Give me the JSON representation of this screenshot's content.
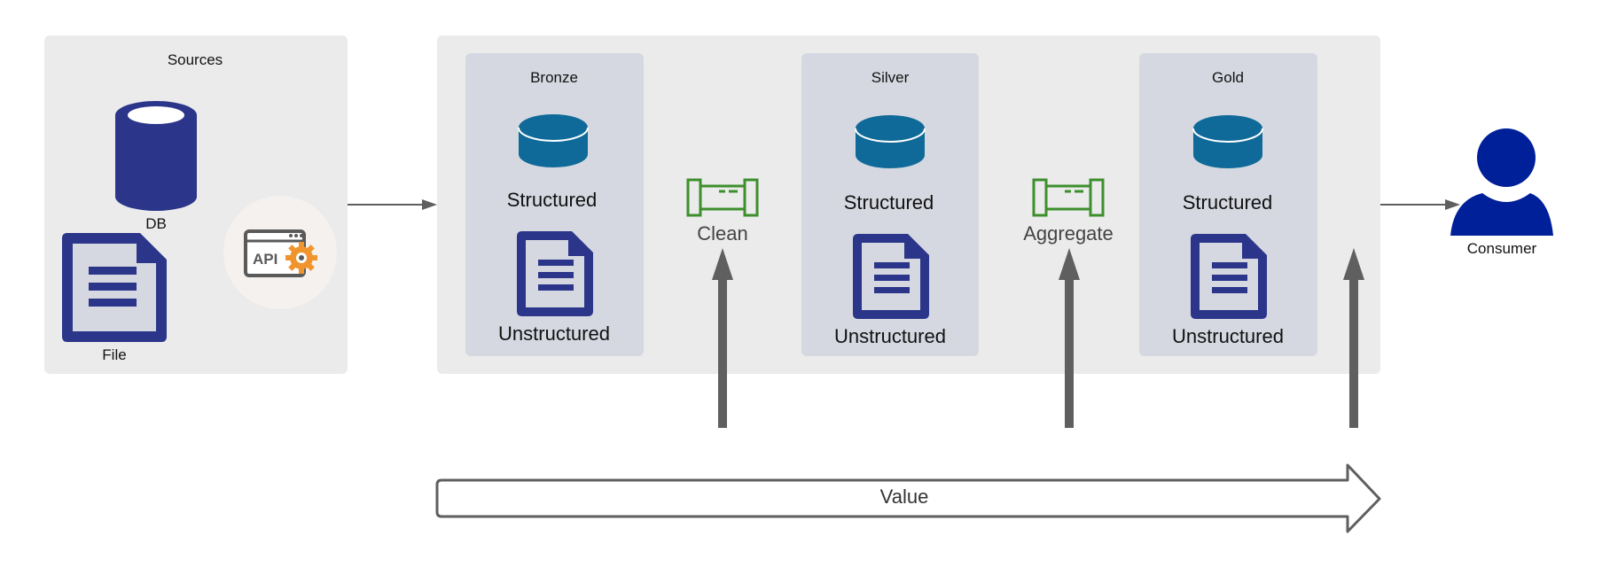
{
  "sources": {
    "title": "Sources",
    "db_label": "DB",
    "file_label": "File",
    "api_label": "API"
  },
  "tiers": [
    {
      "title": "Bronze",
      "structured": "Structured",
      "unstructured": "Unstructured"
    },
    {
      "title": "Silver",
      "structured": "Structured",
      "unstructured": "Unstructured"
    },
    {
      "title": "Gold",
      "structured": "Structured",
      "unstructured": "Unstructured"
    }
  ],
  "steps": [
    {
      "label": "Clean"
    },
    {
      "label": "Aggregate"
    }
  ],
  "consumer_label": "Consumer",
  "value_label": "Value",
  "colors": {
    "panel": "#ebebec",
    "tier": "#d5d8e0",
    "navy": "#2b3589",
    "database_blue": "#0f6a99",
    "pipe_green": "#3d8f2c",
    "consumer_blue": "#00209a",
    "arrow_gray": "#5f5f5f",
    "api_gear": "#f0952e"
  },
  "icons": [
    "database-icon",
    "document-icon",
    "api-icon",
    "pipe-icon",
    "user-icon"
  ]
}
